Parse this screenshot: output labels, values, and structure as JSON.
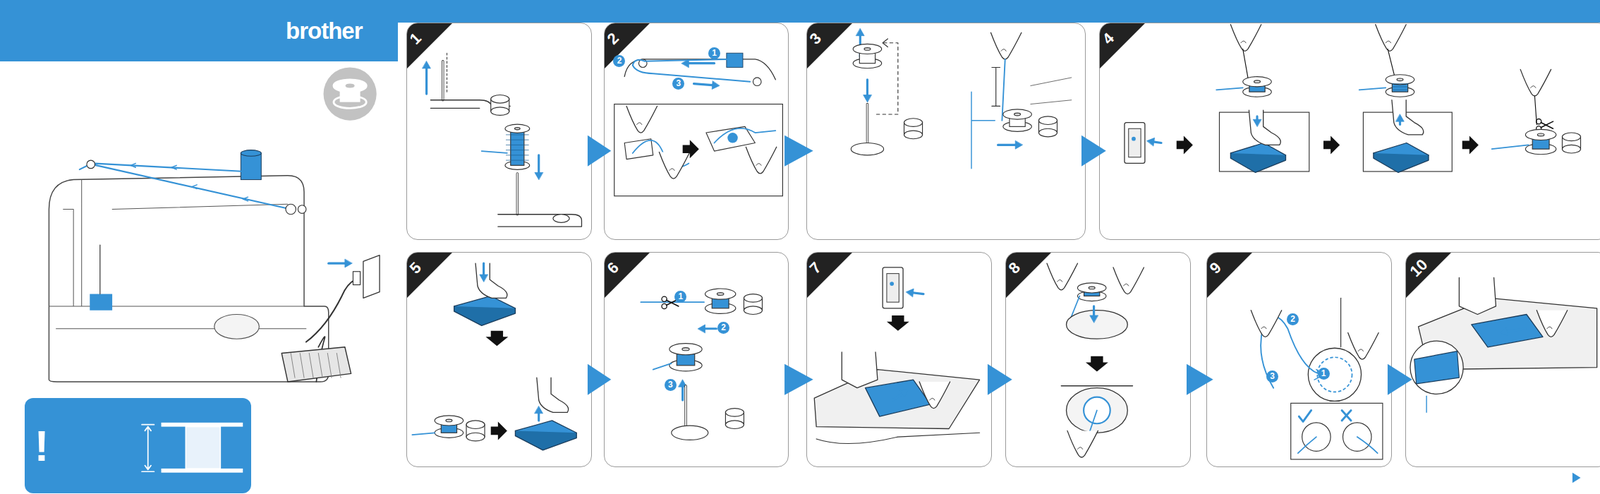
{
  "diagram": {
    "nodes": [
      {
        "text": [
          "!"
        ]
      },
      {
        "text": [
          "1"
        ]
      },
      {
        "text": [
          "2"
        ]
      },
      {
        "text": [
          "3"
        ]
      },
      {
        "text": [
          "4"
        ]
      },
      {
        "text": [
          "5"
        ]
      },
      {
        "text": [
          "6"
        ]
      },
      {
        "text": [
          "7"
        ]
      },
      {
        "text": [
          "8"
        ]
      },
      {
        "text": [
          "9"
        ]
      },
      {
        "text": [
          "10"
        ]
      }
    ],
    "edges": [
      {
        "from": 1,
        "to": 2,
        "arrow": "to"
      },
      {
        "from": 2,
        "to": 3,
        "arrow": "to"
      },
      {
        "from": 3,
        "to": 4,
        "arrow": "to"
      },
      {
        "from": 5,
        "to": 6,
        "arrow": "to"
      },
      {
        "from": 6,
        "to": 7,
        "arrow": "to"
      },
      {
        "from": 7,
        "to": 8,
        "arrow": "to"
      },
      {
        "from": 8,
        "to": 9,
        "arrow": "to"
      },
      {
        "from": 9,
        "to": 10,
        "arrow": "to"
      }
    ],
    "labels": [
      "brother",
      "1",
      "2",
      "3",
      "1",
      "2",
      "3",
      "1",
      "2",
      "3"
    ]
  }
}
